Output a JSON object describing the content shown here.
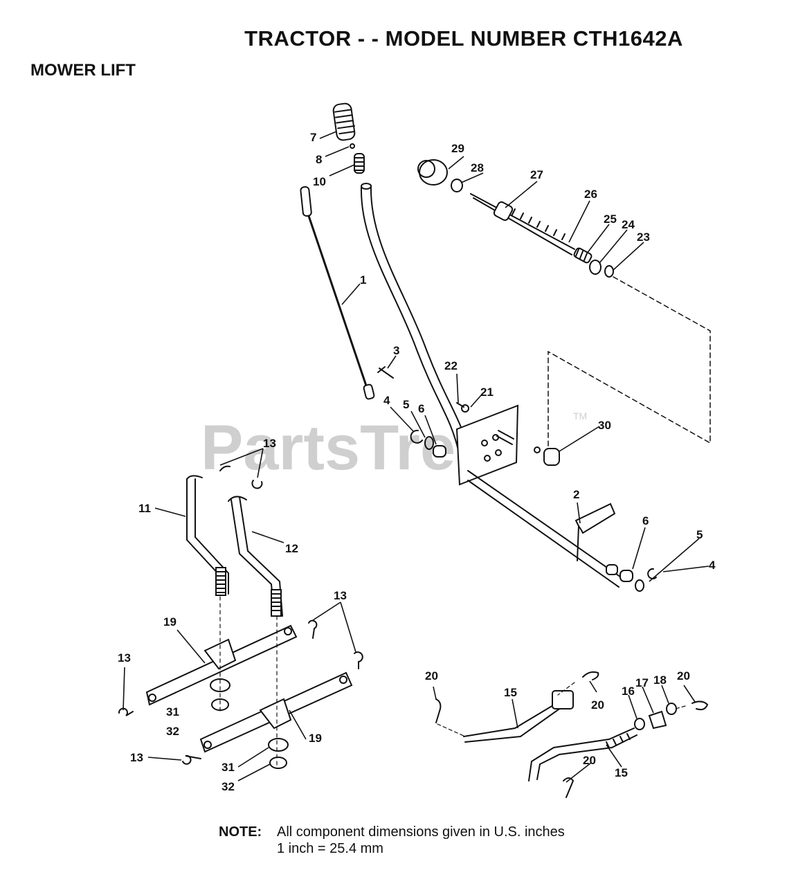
{
  "header": {
    "title": "TRACTOR - - MODEL NUMBER CTH1642A",
    "section": "MOWER LIFT"
  },
  "watermark": {
    "text": "PartsTree",
    "trademark": "TM"
  },
  "callouts": [
    "1",
    "2",
    "3",
    "4",
    "4",
    "5",
    "5",
    "6",
    "6",
    "7",
    "8",
    "10",
    "11",
    "12",
    "13",
    "13",
    "13",
    "13",
    "15",
    "15",
    "16",
    "17",
    "18",
    "19",
    "19",
    "20",
    "20",
    "20",
    "20",
    "21",
    "22",
    "23",
    "24",
    "25",
    "26",
    "27",
    "28",
    "29",
    "30",
    "31",
    "31",
    "32",
    "32"
  ],
  "note": {
    "label": "NOTE:",
    "line1": "All component dimensions given in U.S. inches",
    "line2": "1 inch = 25.4 mm"
  }
}
